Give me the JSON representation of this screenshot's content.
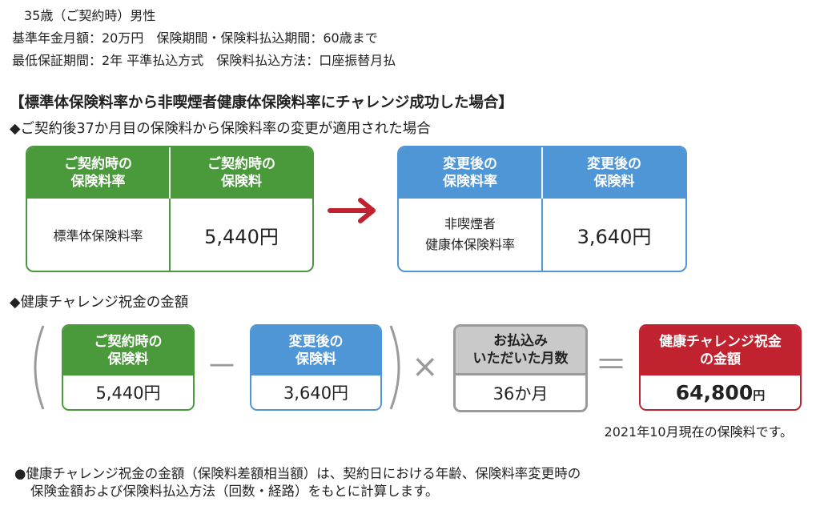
{
  "conditions": [
    "35歳（ご契約時）男性",
    "基準年金月額：20万円　保険期間・保険料払込期間：60歳まで",
    "最低保証期間：2年  平準払込方式　保険料払込方法：口座振替月払"
  ],
  "heading": "【標準体保険料率から非喫煙者健康体保険料率にチャレンジ成功した場合】",
  "section1": "◆ご契約後37か月目の保険料から保険料率の変更が適用された場合",
  "before": {
    "h1": "ご契約時の\n保険料率",
    "h2": "ご契約時の\n保険料",
    "rate": "標準体保険料率",
    "premium": "5,440円"
  },
  "after": {
    "h1": "変更後の\n保険料率",
    "h2": "変更後の\n保険料",
    "rate": "非喫煙者\n健康体保険料率",
    "premium": "3,640円"
  },
  "section2": "◆健康チャレンジ祝金の金額",
  "formula": {
    "b1": {
      "label": "ご契約時の\n保険料",
      "value": "5,440円"
    },
    "minus": "－",
    "b2": {
      "label": "変更後の\n保険料",
      "value": "3,640円"
    },
    "times": "×",
    "b3": {
      "label": "お払込み\nいただいた月数",
      "value": "36か月"
    },
    "equals": "＝",
    "b4": {
      "label": "健康チャレンジ祝金\nの金額",
      "value": "64,800",
      "unit": "円"
    }
  },
  "note": "2021年10月現在の保険料です。",
  "footnote": [
    "●健康チャレンジ祝金の金額（保険料差額相当額）は、契約日における年齢、保険料率変更時の",
    "保険金額および保険料払込方法（回数・経路）をもとに計算します。"
  ],
  "colors": {
    "green": "#4a9a3c",
    "blue": "#4f96d6",
    "gray": "#c9c9c9",
    "red": "#c0232f"
  }
}
